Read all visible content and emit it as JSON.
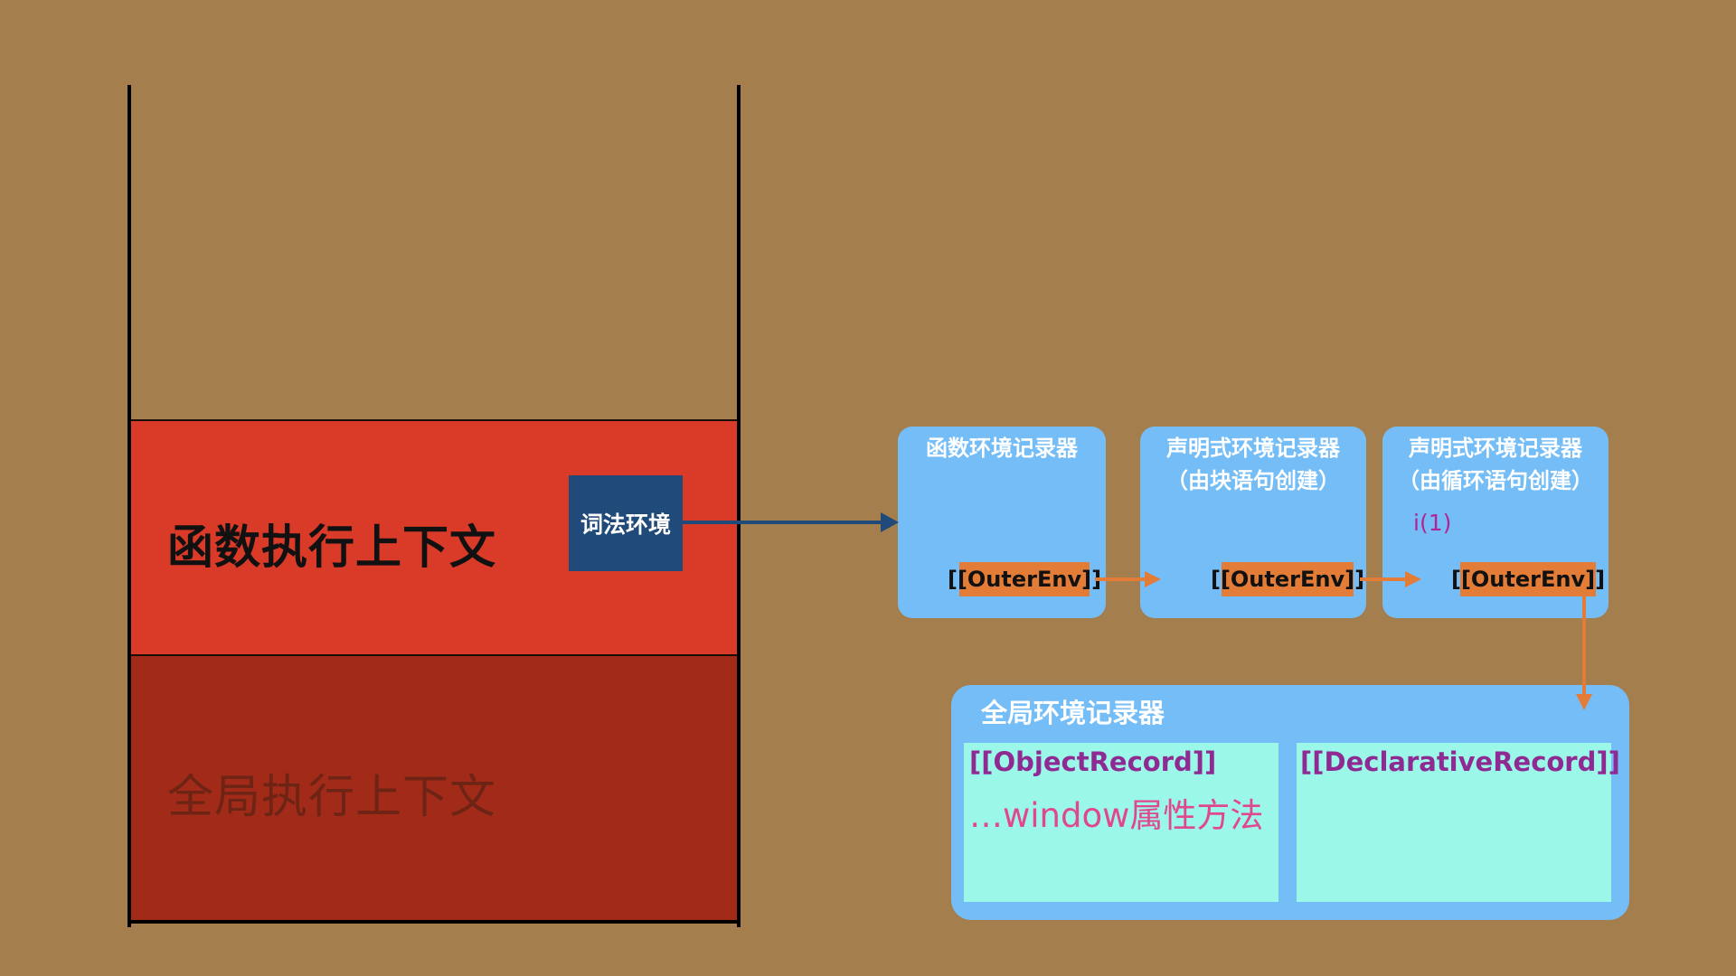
{
  "stack": {
    "function_context_label": "函数执行上下文",
    "global_context_label": "全局执行上下文",
    "lexical_env_label": "词法环境"
  },
  "env_records": [
    {
      "title_line1": "函数环境记录器",
      "title_line2": "",
      "variable": "",
      "outer_env": "[[OuterEnv]]"
    },
    {
      "title_line1": "声明式环境记录器",
      "title_line2": "（由块语句创建）",
      "variable": "",
      "outer_env": "[[OuterEnv]]"
    },
    {
      "title_line1": "声明式环境记录器",
      "title_line2": "（由循环语句创建）",
      "variable": "i(1)",
      "outer_env": "[[OuterEnv]]"
    }
  ],
  "global_record": {
    "title": "全局环境记录器",
    "object_record": {
      "title": "[[ObjectRecord]]",
      "content": "…window属性方法"
    },
    "declarative_record": {
      "title": "[[DeclarativeRecord]]"
    }
  },
  "colors": {
    "background": "#a47e4d",
    "function_frame": "#d93b28",
    "global_frame": "#a22a18",
    "lexical_env": "#1f4a7a",
    "env_box": "#74bdf6",
    "outer_env": "#e37c36",
    "inner_panel": "#9bf8e8",
    "arrow_blue": "#1f4a7a",
    "arrow_orange": "#e37c36"
  }
}
